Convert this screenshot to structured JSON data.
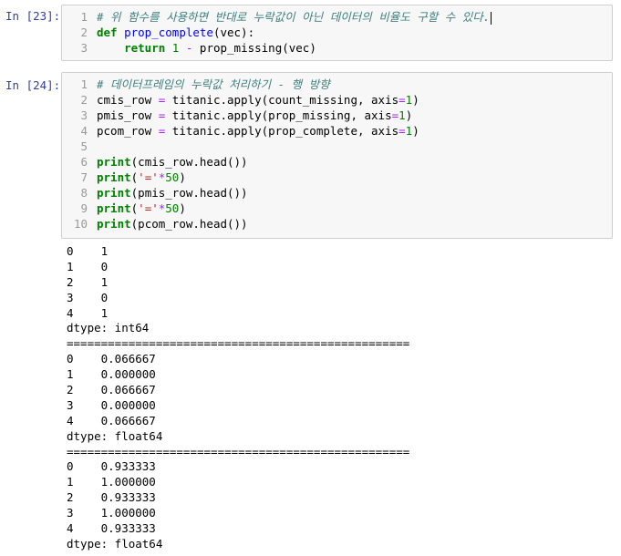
{
  "cells": [
    {
      "prompt": "In [23]:",
      "lines": [
        {
          "n": "1",
          "parts": [
            {
              "c": "cm",
              "t": "# 위 함수를 사용하면 반대로 누락값이 아닌 데이터의 비율도 구할 수 있다."
            }
          ]
        },
        {
          "n": "2",
          "parts": [
            {
              "c": "kw",
              "t": "def"
            },
            {
              "c": "",
              "t": " "
            },
            {
              "c": "fn",
              "t": "prop_complete"
            },
            {
              "c": "",
              "t": "(vec):"
            }
          ]
        },
        {
          "n": "3",
          "parts": [
            {
              "c": "",
              "t": "    "
            },
            {
              "c": "kw",
              "t": "return"
            },
            {
              "c": "",
              "t": " "
            },
            {
              "c": "num",
              "t": "1"
            },
            {
              "c": "",
              "t": " "
            },
            {
              "c": "op",
              "t": "-"
            },
            {
              "c": "",
              "t": " prop_missing(vec)"
            }
          ]
        }
      ]
    },
    {
      "prompt": "In [24]:",
      "lines": [
        {
          "n": "1",
          "parts": [
            {
              "c": "cm",
              "t": "# 데이터프레임의 누락값 처리하기 - 행 방향"
            }
          ]
        },
        {
          "n": "2",
          "parts": [
            {
              "c": "",
              "t": "cmis_row "
            },
            {
              "c": "op",
              "t": "="
            },
            {
              "c": "",
              "t": " titanic.apply(count_missing, axis"
            },
            {
              "c": "op",
              "t": "="
            },
            {
              "c": "num",
              "t": "1"
            },
            {
              "c": "",
              "t": ")"
            }
          ]
        },
        {
          "n": "3",
          "parts": [
            {
              "c": "",
              "t": "pmis_row "
            },
            {
              "c": "op",
              "t": "="
            },
            {
              "c": "",
              "t": " titanic.apply(prop_missing, axis"
            },
            {
              "c": "op",
              "t": "="
            },
            {
              "c": "num",
              "t": "1"
            },
            {
              "c": "",
              "t": ")"
            }
          ]
        },
        {
          "n": "4",
          "parts": [
            {
              "c": "",
              "t": "pcom_row "
            },
            {
              "c": "op",
              "t": "="
            },
            {
              "c": "",
              "t": " titanic.apply(prop_complete, axis"
            },
            {
              "c": "op",
              "t": "="
            },
            {
              "c": "num",
              "t": "1"
            },
            {
              "c": "",
              "t": ")"
            }
          ]
        },
        {
          "n": "5",
          "parts": []
        },
        {
          "n": "6",
          "parts": [
            {
              "c": "kw",
              "t": "print"
            },
            {
              "c": "",
              "t": "(cmis_row.head())"
            }
          ]
        },
        {
          "n": "7",
          "parts": [
            {
              "c": "kw",
              "t": "print"
            },
            {
              "c": "",
              "t": "("
            },
            {
              "c": "st",
              "t": "'='"
            },
            {
              "c": "op",
              "t": "*"
            },
            {
              "c": "num",
              "t": "50"
            },
            {
              "c": "",
              "t": ")"
            }
          ]
        },
        {
          "n": "8",
          "parts": [
            {
              "c": "kw",
              "t": "print"
            },
            {
              "c": "",
              "t": "(pmis_row.head())"
            }
          ]
        },
        {
          "n": "9",
          "parts": [
            {
              "c": "kw",
              "t": "print"
            },
            {
              "c": "",
              "t": "("
            },
            {
              "c": "st",
              "t": "'='"
            },
            {
              "c": "op",
              "t": "*"
            },
            {
              "c": "num",
              "t": "50"
            },
            {
              "c": "",
              "t": ")"
            }
          ]
        },
        {
          "n": "10",
          "parts": [
            {
              "c": "kw",
              "t": "print"
            },
            {
              "c": "",
              "t": "(pcom_row.head())"
            }
          ]
        }
      ]
    }
  ],
  "output_lines": [
    "0    1",
    "1    0",
    "2    1",
    "3    0",
    "4    1",
    "dtype: int64",
    "==================================================",
    "0    0.066667",
    "1    0.000000",
    "2    0.066667",
    "3    0.000000",
    "4    0.066667",
    "dtype: float64",
    "==================================================",
    "0    0.933333",
    "1    1.000000",
    "2    0.933333",
    "3    1.000000",
    "4    0.933333",
    "dtype: float64"
  ]
}
